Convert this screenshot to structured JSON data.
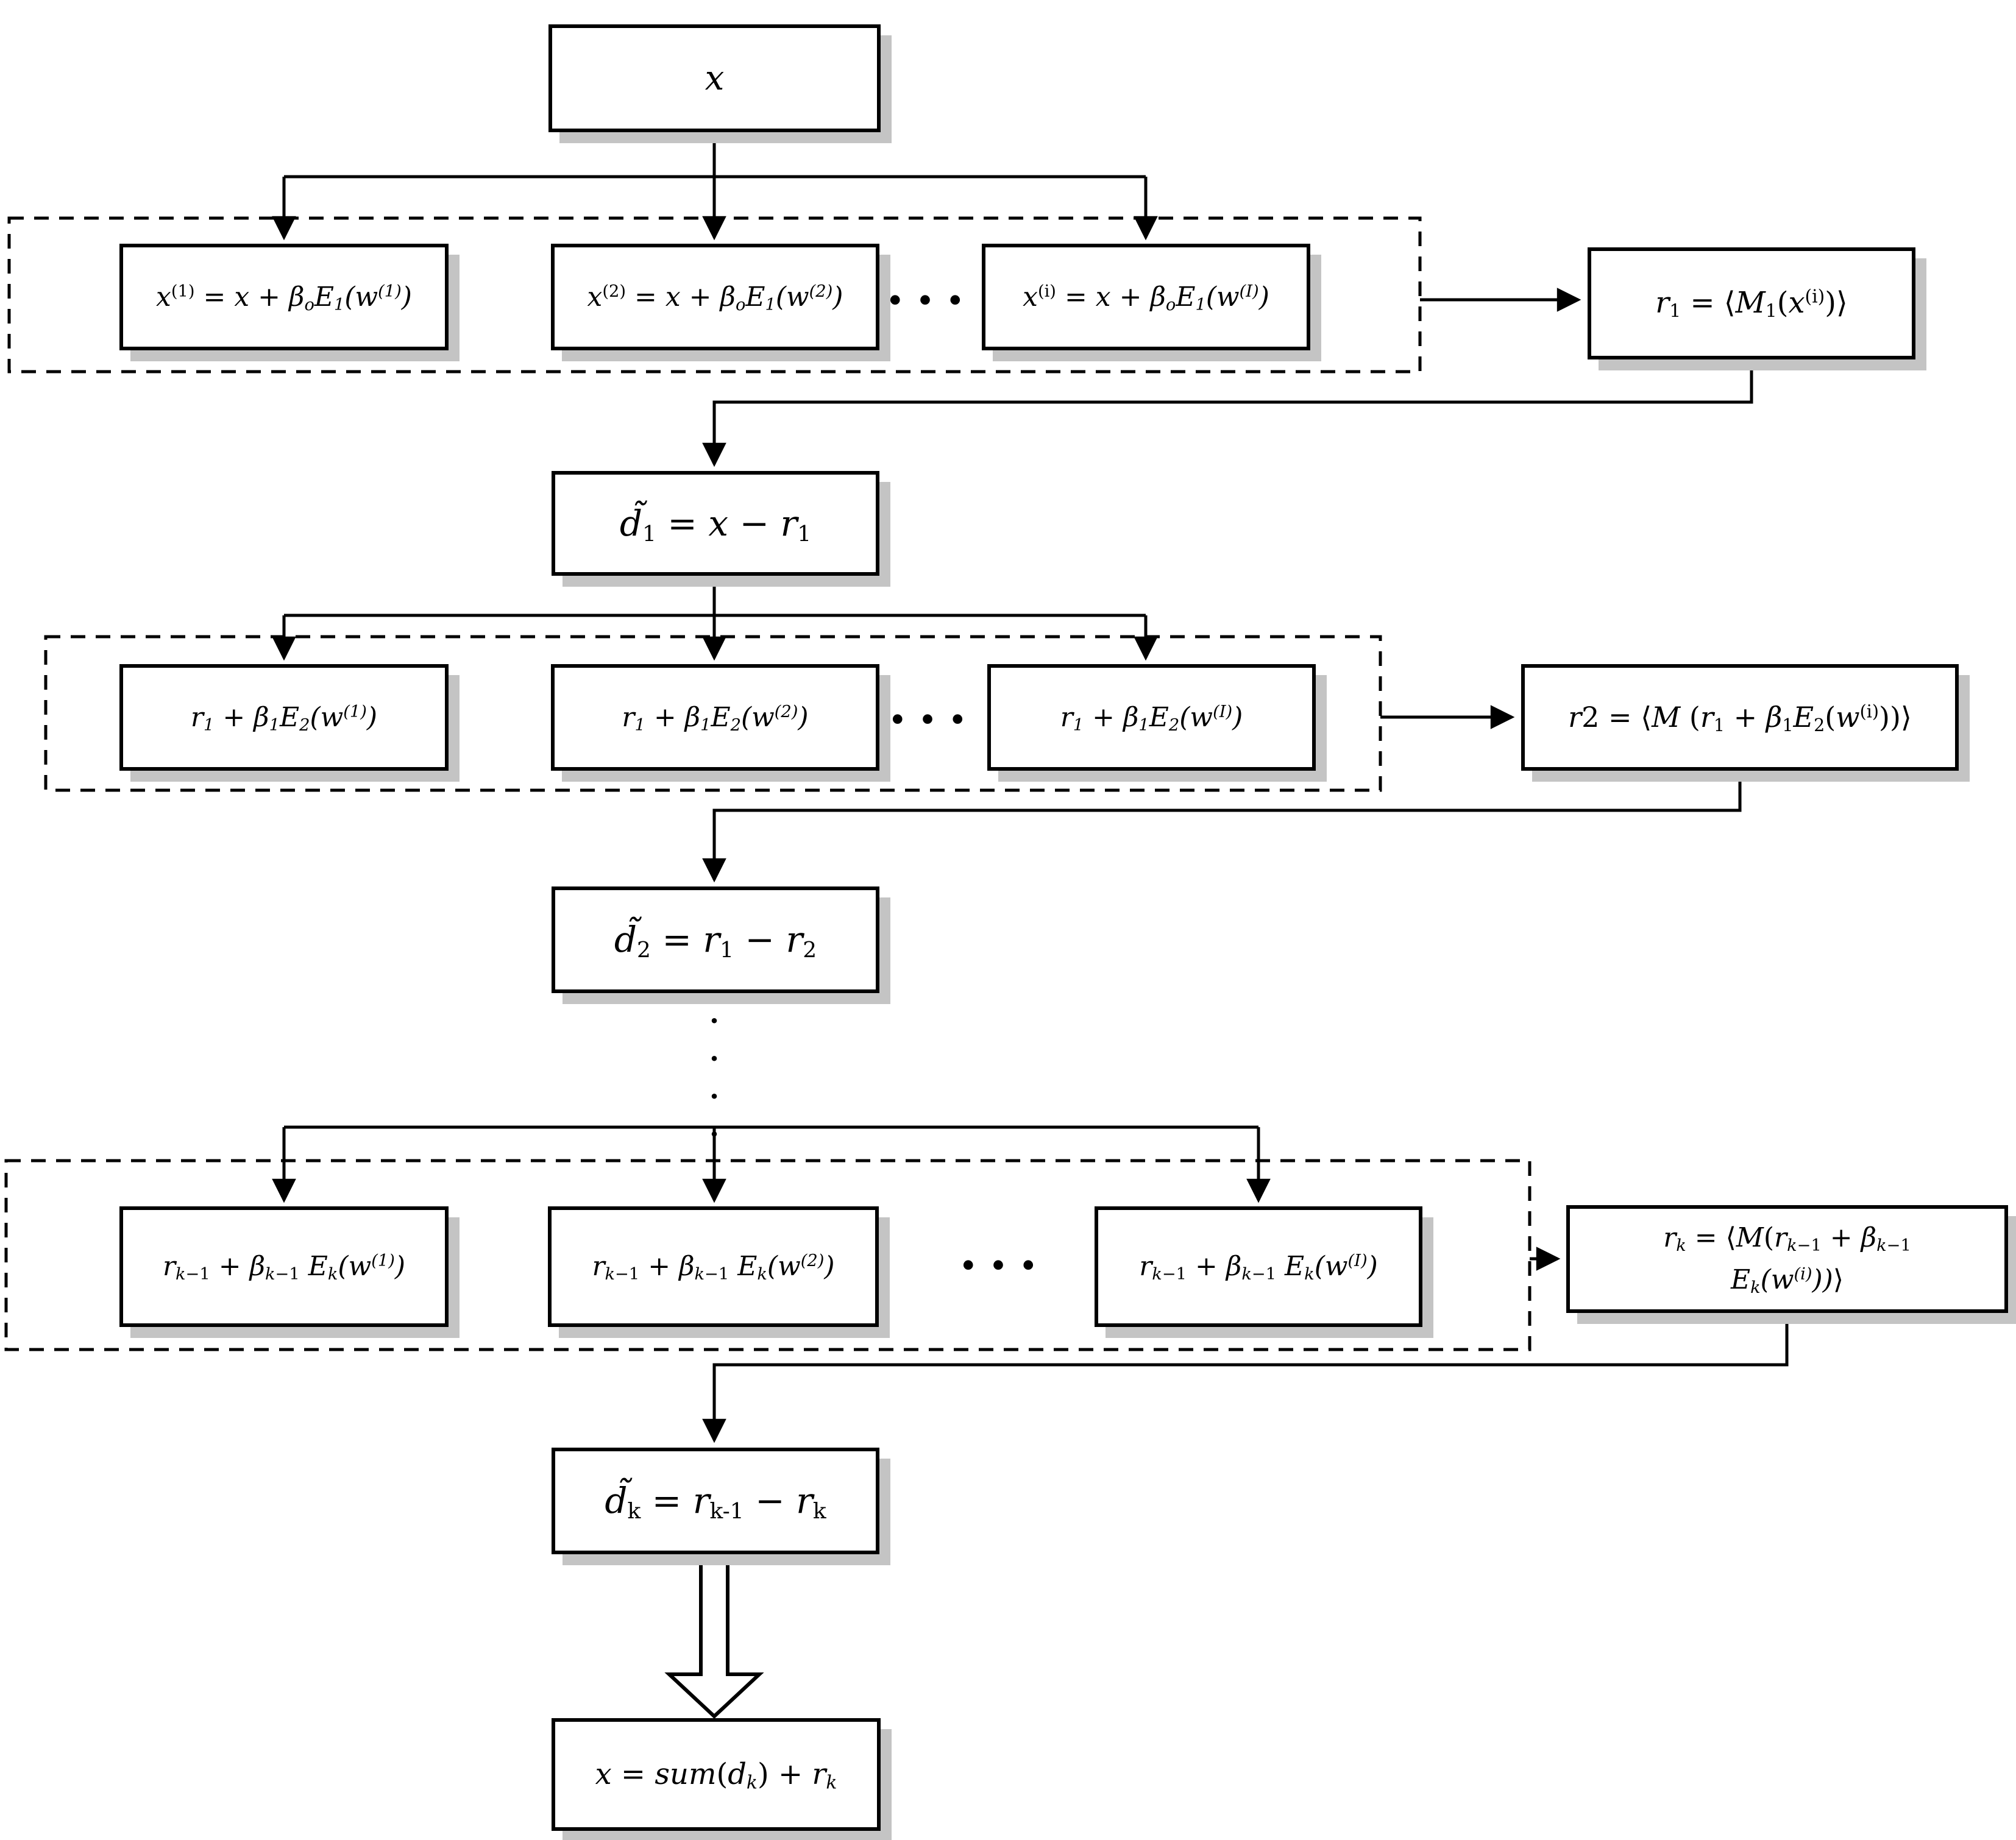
{
  "diagram": {
    "input_box": "<i>x</i>",
    "stages": [
      {
        "branch_boxes": [
          "<i>x</i><sup>(1)</sup> = <i>x</i> + <i>&#946;<sub>o</sub>E<sub>1</sub>(w<sup>(1)</sup>)</i>",
          "<i>x</i><sup>(2)</sup> = <i>x</i> + <i>&#946;<sub>o</sub>E<sub>1</sub>(w<sup>(2)</sup>)</i>",
          "<i>x</i><sup>(i)</sup> = <i>x</i> + <i>&#946;<sub>o</sub>E<sub>1</sub>(w<sup>(I)</sup>)</i>"
        ],
        "merge_box": "<i>r</i><sub>1</sub> = &#10216;<i>M</i><sub>1</sub>(<i>x</i><sup>(i)</sup>)&#10217;",
        "difference_box": "<i>d&#771;</i><sub>1</sub> = <i>x</i> &#8722; <i>r</i><sub>1</sub>"
      },
      {
        "branch_boxes": [
          "<i>r<sub>1</sub></i> + <i>&#946;<sub>1</sub>E<sub>2</sub>(w<sup>(1)</sup>)</i>",
          "<i>r<sub>1</sub></i> + <i>&#946;<sub>1</sub>E<sub>2</sub>(w<sup>(2)</sup>)</i>",
          "<i>r<sub>1</sub></i> + <i>&#946;<sub>1</sub>E<sub>2</sub>(w<sup>(I)</sup>)</i>"
        ],
        "merge_box": "<i>r</i>2 = &#10216;<i>M</i> (<i>r</i><sub>1</sub> + <i>&#946;</i><sub>1</sub><i>E</i><sub>2</sub>(<i>w</i><sup>(i)</sup>))&#10217;",
        "difference_box": "<i>d&#771;</i><sub>2</sub> = <i>r</i><sub>1</sub> &#8722; <i>r</i><sub>2</sub>"
      },
      {
        "branch_boxes": [
          "<i>r<sub>k</sub></i><sub>&#8722;1</sub> + <i>&#946;<sub>k</sub></i><sub>&#8722;1</sub> <i>E<sub>k</sub>(w<sup>(1)</sup>)</i>",
          "<i>r<sub>k</sub></i><sub>&#8722;1</sub> + <i>&#946;<sub>k</sub></i><sub>&#8722;1</sub> <i>E<sub>k</sub>(w<sup>(2)</sup>)</i>",
          "<i>r<sub>k</sub></i><sub>&#8722;1</sub> + <i>&#946;<sub>k</sub></i><sub>&#8722;1</sub> <i>E<sub>k</sub>(w<sup>(I)</sup>)</i>"
        ],
        "merge_box": "<i>r<sub>k</sub></i> = &#10216;<i>M</i>(<i>r<sub>k</sub></i><sub>&#8722;1</sub> + <i>&#946;<sub>k</sub></i><sub>&#8722;1</sub><br><i>E<sub>k</sub>(w<sup>(i)</sup>))</i>&#10217;",
        "difference_box": "<i>d&#771;</i><sub>k</sub> = <i>r</i><sub>k-1</sub> &#8722; <i>r</i><sub>k</sub>"
      }
    ],
    "output_box": "<i>x</i> = <i>sum</i>(<i>d<sub>k</sub></i>) + <i>r<sub>k</sub></i>",
    "ellipsis_horizontal": "···",
    "ellipsis_vertical": "····",
    "colors": {
      "line": "#000000",
      "box_fill": "#ffffff",
      "box_border": "#000000",
      "shadow": "#c4c4c4",
      "background": "#ffffff"
    }
  }
}
